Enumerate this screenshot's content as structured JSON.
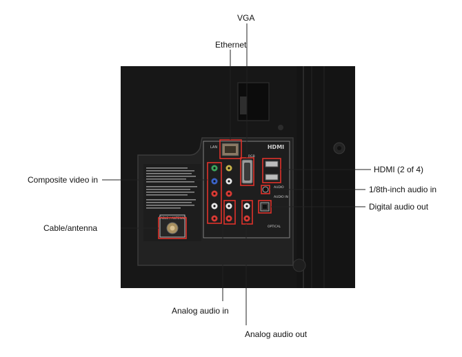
{
  "callouts": {
    "vga": "VGA",
    "ethernet": "Ethernet",
    "hdmi": "HDMI (2 of 4)",
    "audio_in_eighth": "1/8th-inch audio in",
    "digital_audio_out": "Digital audio out",
    "composite_video_in": "Composite video in",
    "cable_antenna": "Cable/antenna",
    "analog_audio_in": "Analog audio in",
    "analog_audio_out": "Analog audio out"
  },
  "panel_labels": {
    "hdmi_logo": "HDMI",
    "lan": "LAN",
    "rgb": "RGB",
    "audio": "AUDIO",
    "audio_in": "AUDIO IN",
    "optical": "OPTICAL",
    "cable_antenna": "CABLE / ANTENNA"
  },
  "colors": {
    "tv_body": "#1a1a1a",
    "panel": "#2b2b2b",
    "highlight_box": "#e0322b",
    "leader_line": "#222222"
  }
}
